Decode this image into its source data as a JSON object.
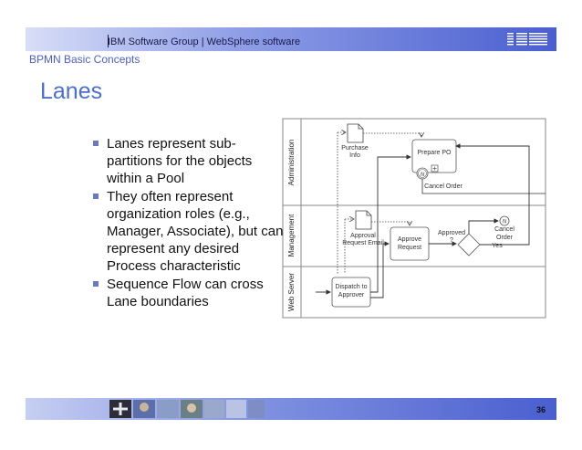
{
  "header": {
    "text": "IBM Software Group | WebSphere software",
    "logo": "IBM"
  },
  "subtitle": "BPMN Basic Concepts",
  "title": "Lanes",
  "bullets": [
    "Lanes represent sub-partitions for the objects within a Pool",
    "They often represent organization roles (e.g., Manager, Associate), but can represent any desired Process characteristic",
    "Sequence Flow can cross Lane boundaries"
  ],
  "diagram": {
    "lanes": [
      "Administration",
      "Management",
      "Web Server"
    ],
    "purchase_info": [
      "Purchase",
      "Info"
    ],
    "prepare_po": "Prepare PO",
    "cancel_order_top": "Cancel Order",
    "approval_email": [
      "Approval",
      "Request Email"
    ],
    "approve_request": [
      "Approve",
      "Request"
    ],
    "approved_q": [
      "Approved",
      "?"
    ],
    "cancel_order_right": [
      "Cancel",
      "Order"
    ],
    "yes": "Yes",
    "dispatch": [
      "Dispatch to",
      "Approver"
    ],
    "event_marker": "N"
  },
  "footer": {
    "page_number": "36"
  },
  "colors": {
    "brand": "#4a5fd0",
    "title": "#4a6fd0"
  }
}
